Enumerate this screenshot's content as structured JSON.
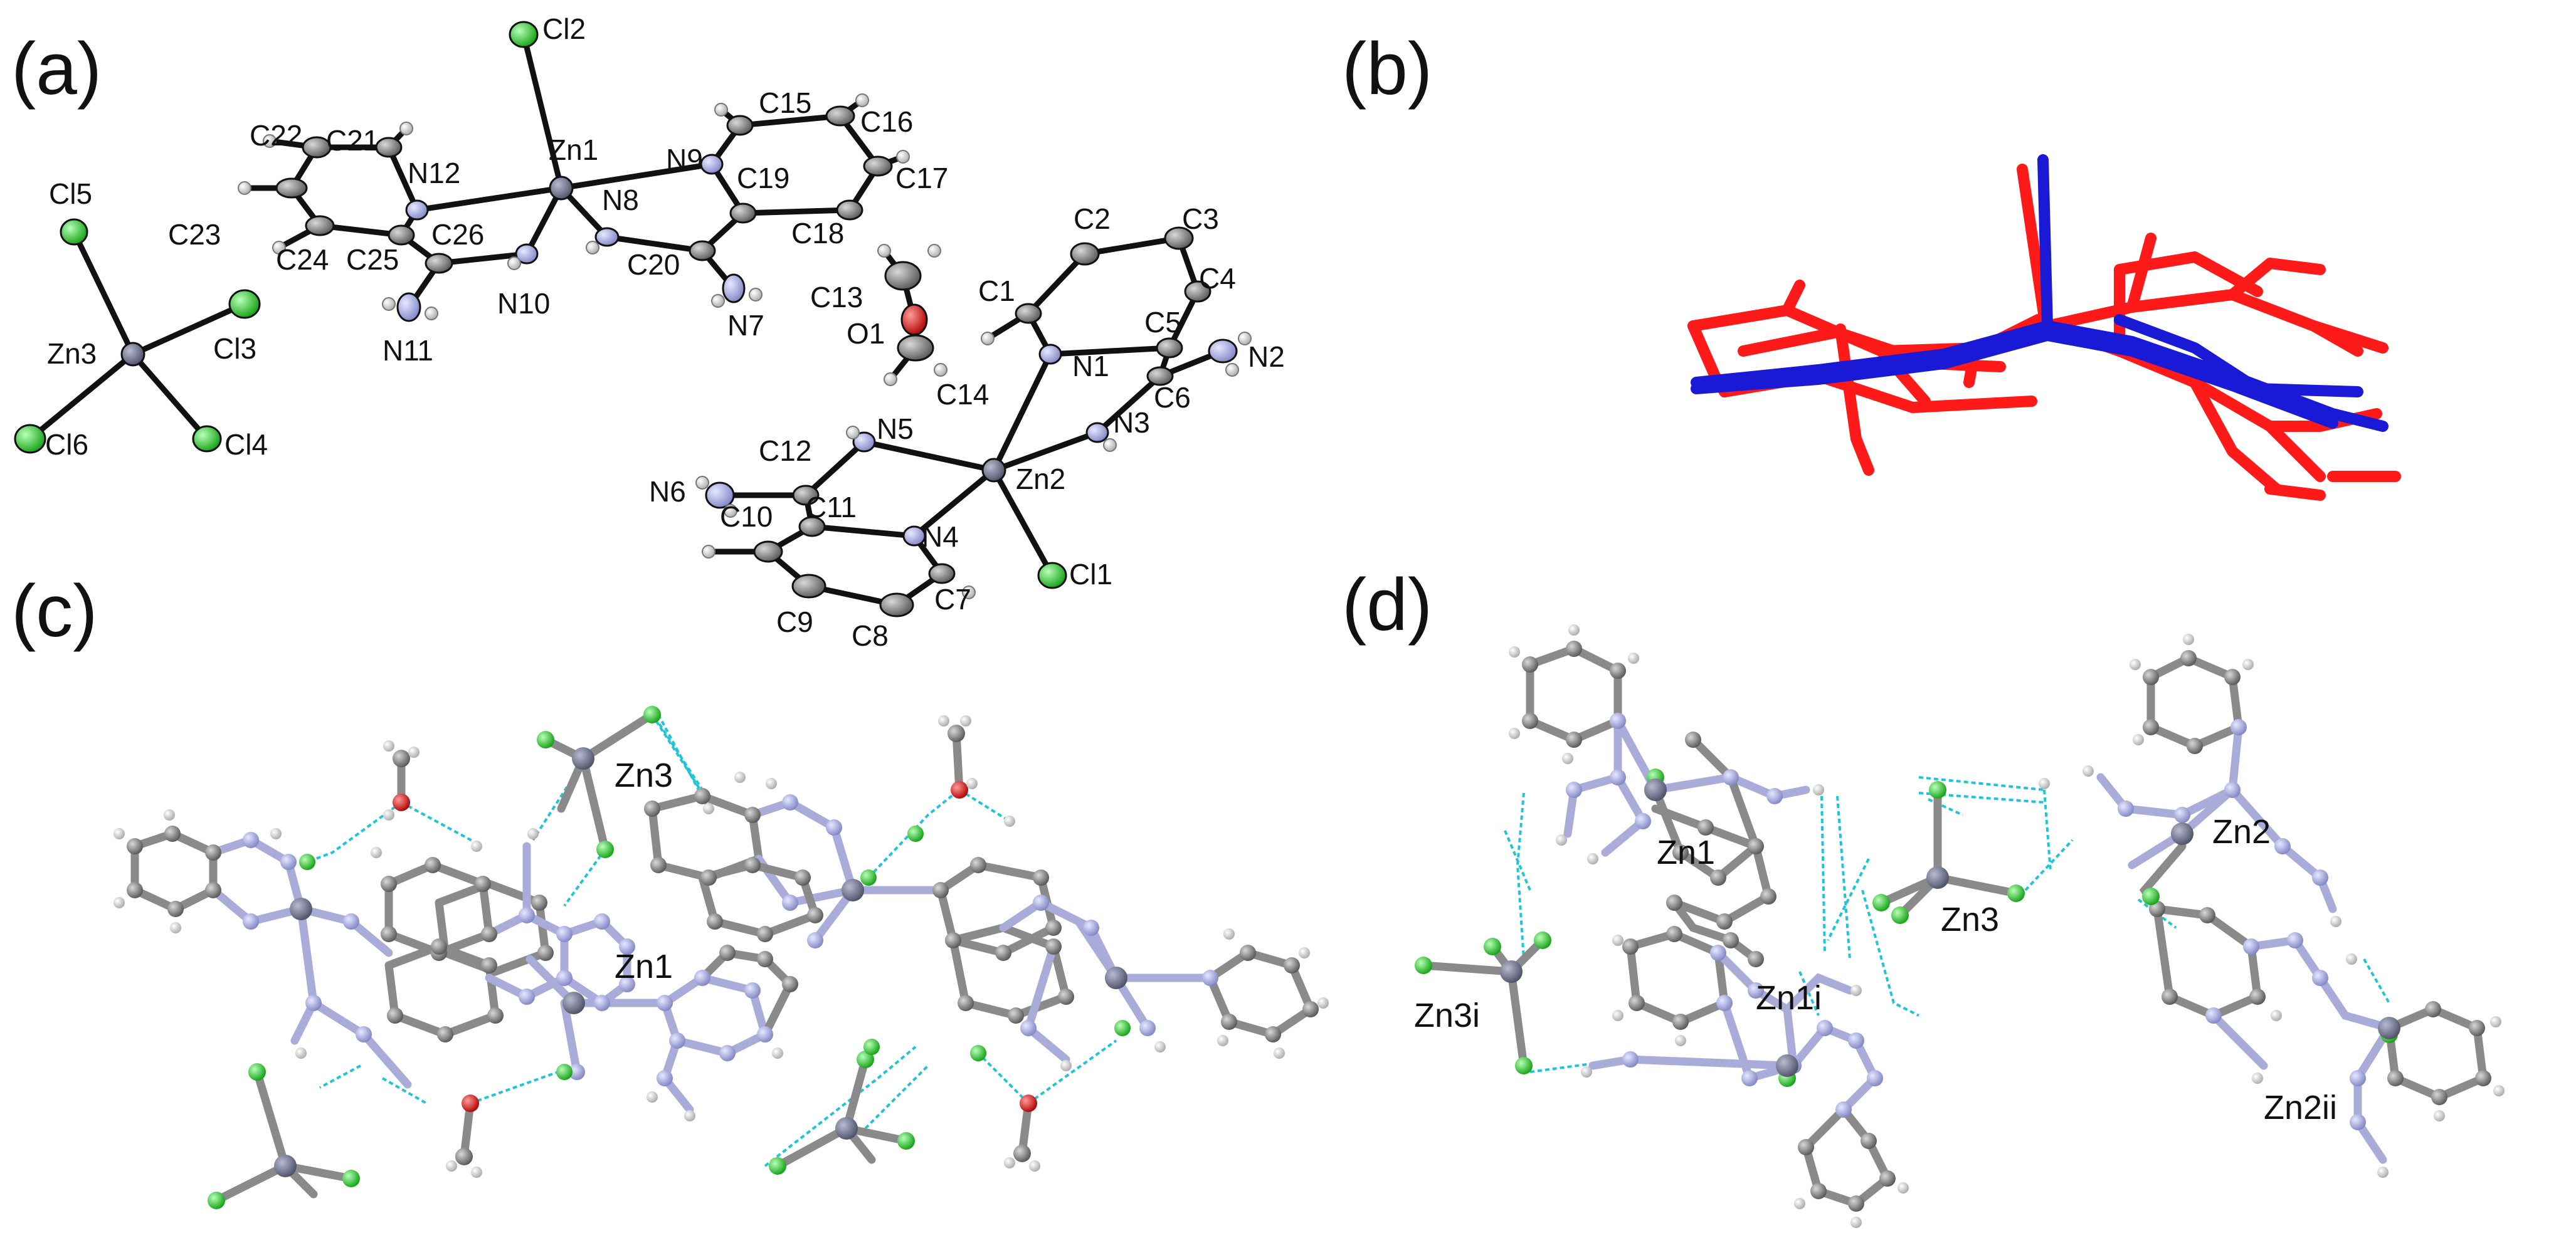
{
  "panels": {
    "a": {
      "label": "(a)"
    },
    "b": {
      "label": "(b)"
    },
    "c": {
      "label": "(c)"
    },
    "d": {
      "label": "(d)"
    }
  },
  "atoms_a": {
    "cl2": "Cl2",
    "zn1": "Zn1",
    "n9": "N9",
    "c15": "C15",
    "c16": "C16",
    "c22": "C22",
    "c21": "C21",
    "n12": "N12",
    "c19": "C19",
    "c17": "C17",
    "cl5": "Cl5",
    "n8": "N8",
    "c23": "C23",
    "c26": "C26",
    "c18": "C18",
    "c24": "C24",
    "c25": "C25",
    "c20": "C20",
    "n10": "N10",
    "c13": "C13",
    "n7": "N7",
    "n11": "N11",
    "o1": "O1",
    "zn3": "Zn3",
    "cl3": "Cl3",
    "c14": "C14",
    "cl6": "Cl6",
    "cl4": "Cl4",
    "c2": "C2",
    "c3": "C3",
    "c4": "C4",
    "c1": "C1",
    "c5": "C5",
    "n2": "N2",
    "n1": "N1",
    "c6": "C6",
    "n3": "N3",
    "n5": "N5",
    "zn2": "Zn2",
    "c12": "C12",
    "n6": "N6",
    "c10": "C10",
    "c11": "C11",
    "n4": "N4",
    "cl1": "Cl1",
    "c7": "C7",
    "c9": "C9",
    "c8": "C8"
  },
  "labels_c": {
    "zn3": "Zn3",
    "zn1": "Zn1"
  },
  "labels_d": {
    "zn1": "Zn1",
    "zn2": "Zn2",
    "zn3": "Zn3",
    "zn3i": "Zn3i",
    "zn1i": "Zn1i",
    "zn2ii": "Zn2ii"
  },
  "colors": {
    "carbon": "#7d7d7d",
    "nitrogen": "#a7abdb",
    "chlorine": "#22d022",
    "oxygen": "#e01818",
    "zinc": "#6b6e84",
    "hydrogen": "#ececec",
    "hbond": "#1fc4d6",
    "overlay_red": "#ff1a1a",
    "overlay_blue": "#1a1ad6"
  }
}
